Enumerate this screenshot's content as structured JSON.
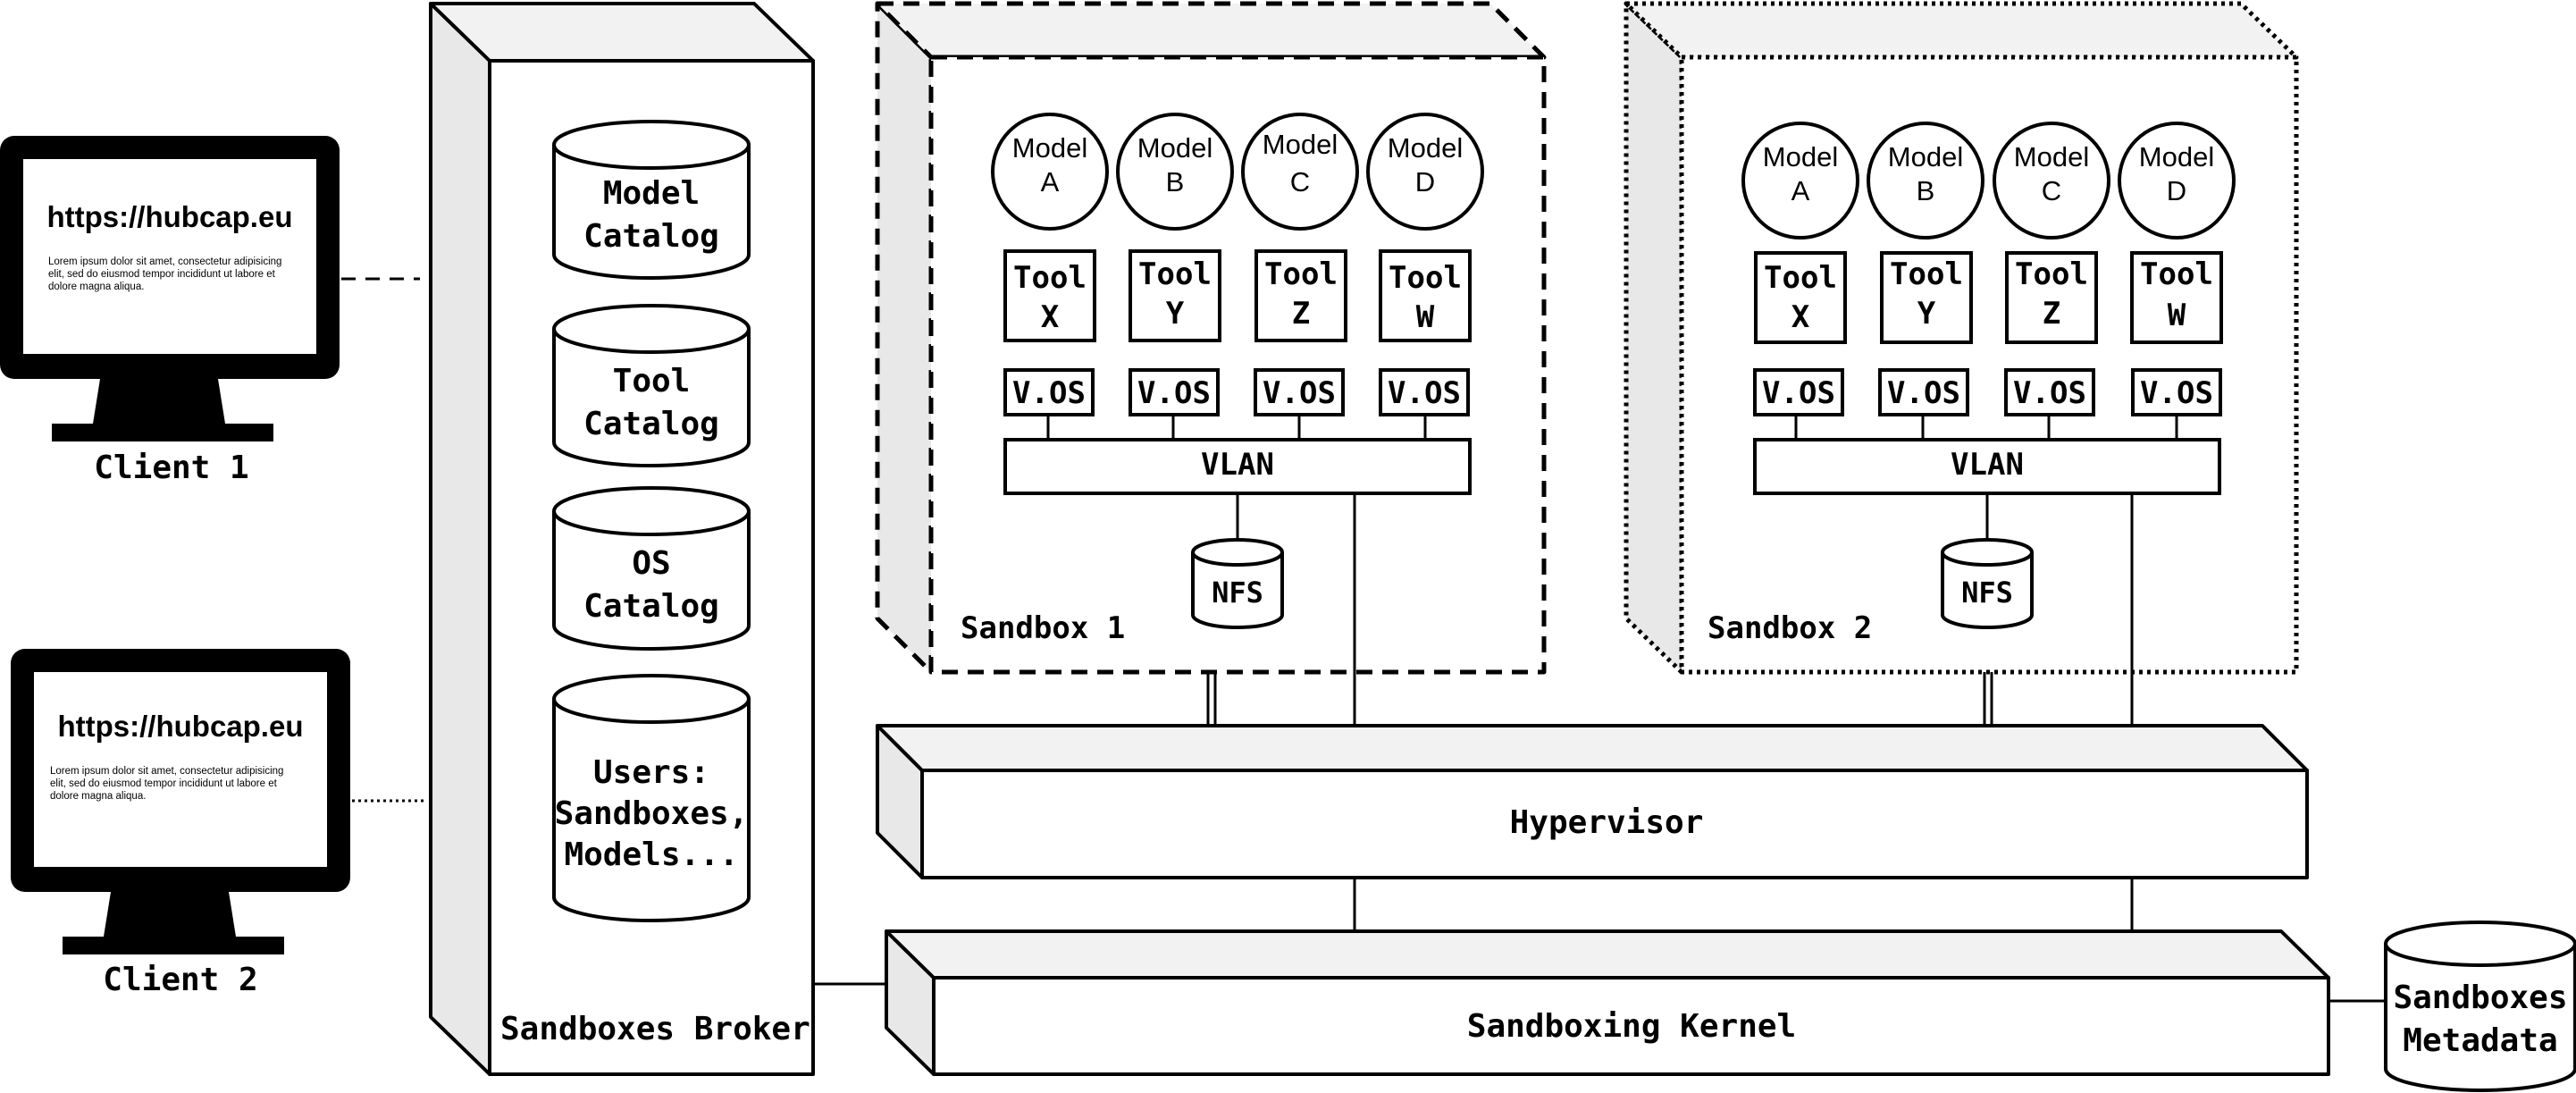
{
  "clients": [
    {
      "label": "Client 1",
      "url": "https://hubcap.eu",
      "lorem": [
        "Lorem ipsum dolor sit amet, consectetur adipisicing",
        "elit, sed do eiusmod tempor incididunt ut labore et",
        "dolore magna aliqua."
      ],
      "connector": "dashed"
    },
    {
      "label": "Client 2",
      "url": "https://hubcap.eu",
      "lorem": [
        "Lorem ipsum dolor sit amet, consectetur adipisicing",
        "elit, sed do eiusmod tempor incididunt ut labore et",
        "dolore magna aliqua."
      ],
      "connector": "dotted"
    }
  ],
  "broker": {
    "label": "Sandboxes Broker",
    "catalogs": [
      [
        "Model",
        "Catalog"
      ],
      [
        "Tool",
        "Catalog"
      ],
      [
        "OS",
        "Catalog"
      ],
      [
        "Users:",
        "Sandboxes,",
        "Models..."
      ]
    ]
  },
  "sandboxes": [
    {
      "label": "Sandbox 1",
      "border": "dashed",
      "models": [
        [
          "Model",
          "A"
        ],
        [
          "Model",
          "B"
        ],
        [
          "Model",
          "C"
        ],
        [
          "Model",
          "D"
        ]
      ],
      "tools": [
        [
          "Tool",
          "X"
        ],
        [
          "Tool",
          "Y"
        ],
        [
          "Tool",
          "Z"
        ],
        [
          "Tool",
          "W"
        ]
      ],
      "vos_label": "V.OS",
      "vlan_label": "VLAN",
      "nfs_label": "NFS"
    },
    {
      "label": "Sandbox 2",
      "border": "dotted",
      "models": [
        [
          "Model",
          "A"
        ],
        [
          "Model",
          "B"
        ],
        [
          "Model",
          "C"
        ],
        [
          "Model",
          "D"
        ]
      ],
      "tools": [
        [
          "Tool",
          "X"
        ],
        [
          "Tool",
          "Y"
        ],
        [
          "Tool",
          "Z"
        ],
        [
          "Tool",
          "W"
        ]
      ],
      "vos_label": "V.OS",
      "vlan_label": "VLAN",
      "nfs_label": "NFS"
    }
  ],
  "hypervisor": {
    "label": "Hypervisor"
  },
  "kernel": {
    "label": "Sandboxing Kernel"
  },
  "metadata": {
    "lines": [
      "Sandboxes",
      "Metadata"
    ]
  }
}
